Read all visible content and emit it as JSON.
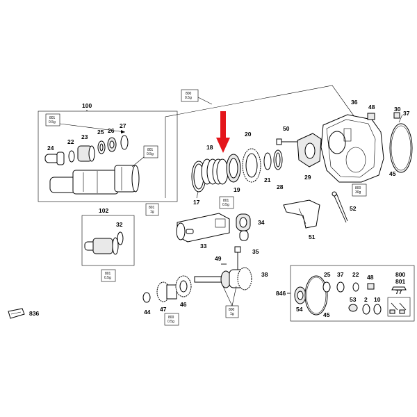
{
  "part_numbers": {
    "p100": "100",
    "p22a": "22",
    "p23": "23",
    "p25a": "25",
    "p26": "26",
    "p27": "27",
    "p24": "24",
    "p18": "18",
    "p20": "20",
    "p19": "19",
    "p17": "17",
    "p50": "50",
    "p21": "21",
    "p28": "28",
    "p29": "29",
    "p36": "36",
    "p48a": "48",
    "p30": "30",
    "p37a": "37",
    "p45a": "45",
    "p52": "52",
    "p51": "51",
    "p34": "34",
    "p33": "33",
    "p35": "35",
    "p102": "102",
    "p32": "32",
    "p49": "49",
    "p38": "38",
    "p44": "44",
    "p47": "47",
    "p46": "46",
    "p836": "836",
    "p846": "846",
    "p54": "54",
    "p45b": "45",
    "p25b": "25",
    "p37b": "37",
    "p22b": "22",
    "p48b": "48",
    "p800": "800",
    "p801": "801",
    "p53": "53",
    "p2": "2",
    "p10": "10",
    "p77": "77"
  },
  "lube_labels": {
    "l801_top": [
      "801",
      "0.5g"
    ],
    "l801_box100": [
      "801",
      "0.5g"
    ],
    "l800_top": [
      "800",
      "0.5g"
    ],
    "l800_hous": [
      "800",
      "30g"
    ],
    "l801_33": [
      "801",
      "1g"
    ],
    "l801_34": [
      "801",
      "0.5g"
    ],
    "l801_102": [
      "801",
      "0.5g"
    ],
    "l800_47": [
      "800",
      "0.5g"
    ],
    "l800_38": [
      "800",
      "1g"
    ]
  },
  "colors": {
    "arrow": "#e4161b",
    "line": "#000000",
    "background": "#ffffff"
  },
  "icons": {
    "arrow": "highlight-arrow-icon"
  }
}
